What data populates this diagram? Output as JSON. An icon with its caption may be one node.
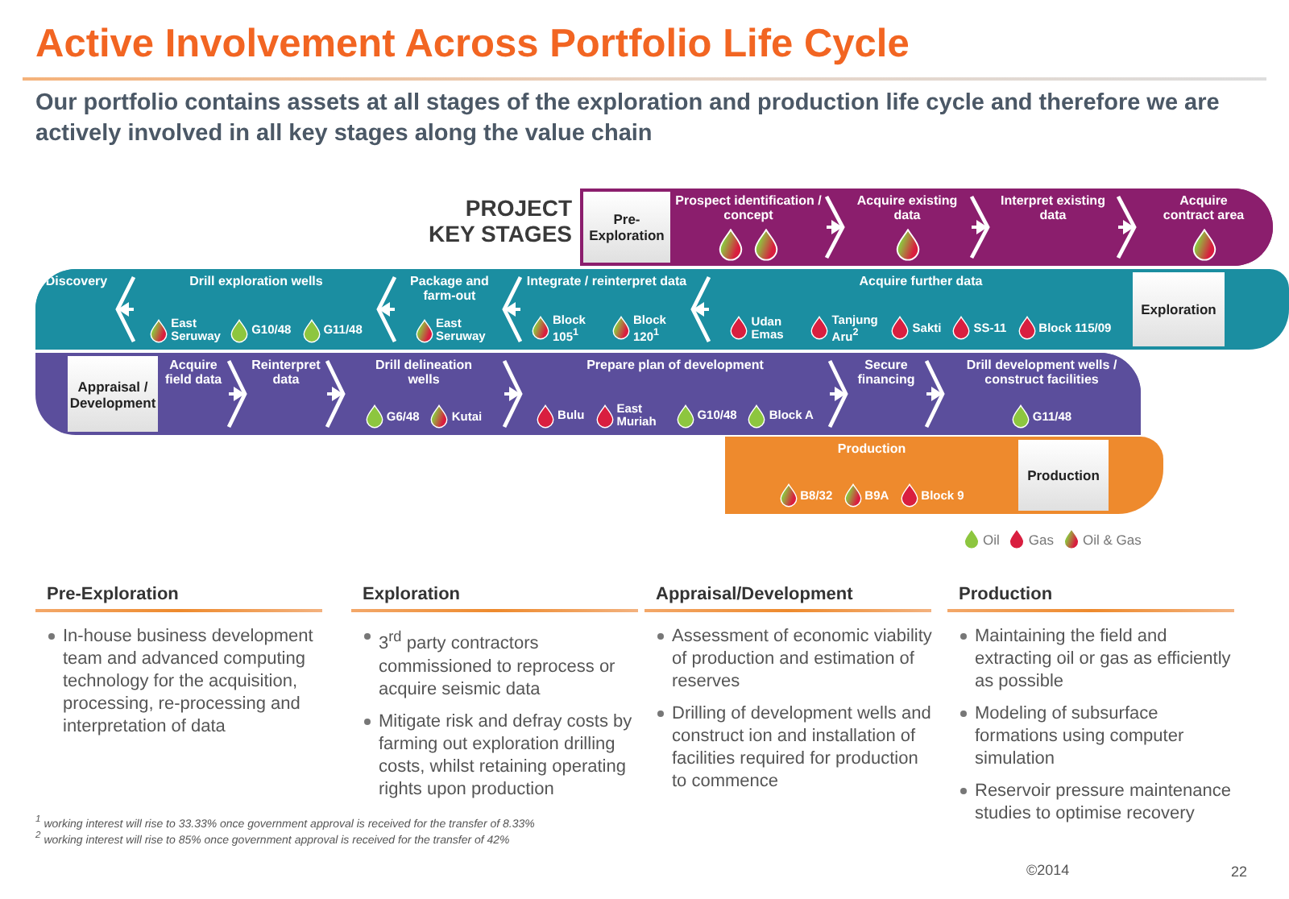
{
  "diagram": {
    "title": "Active Involvement Across Portfolio Life Cycle",
    "nodes": [
      {
        "text": [
          "Pre-Exploration"
        ]
      },
      {
        "text": [
          "Prospect identification / concept"
        ],
        "in": 0
      },
      {
        "text": [
          "Acquire existing data"
        ],
        "in": 0
      },
      {
        "text": [
          "Interpret existing data"
        ],
        "in": 0
      },
      {
        "text": [
          "Acquire contract area"
        ],
        "in": 0
      },
      {
        "text": [
          "Exploration"
        ]
      },
      {
        "text": [
          "Discovery"
        ],
        "in": 5
      },
      {
        "text": [
          "Drill exploration wells",
          "East Seruway",
          "G10/48",
          "G11/48"
        ],
        "in": 5
      },
      {
        "text": [
          "Package and farm-out",
          "East Seruway"
        ],
        "in": 5
      },
      {
        "text": [
          "Integrate / reinterpret data",
          "Block 105$^{1}$",
          "Block 120$^{1}$"
        ],
        "in": 5
      },
      {
        "text": [
          "Acquire further data",
          "Udan Emas",
          "Tanjung Aru$^{2}$",
          "Sakti",
          "SS-11",
          "Block 115/09"
        ],
        "in": 5
      },
      {
        "text": [
          "Appraisal / Development"
        ]
      },
      {
        "text": [
          "Acquire field data"
        ],
        "in": 11
      },
      {
        "text": [
          "Reinterpret data"
        ],
        "in": 11
      },
      {
        "text": [
          "Drill delineation wells",
          "G6/48",
          "Kutai"
        ],
        "in": 11
      },
      {
        "text": [
          "Prepare plan of development",
          "Bulu",
          "East Muriah",
          "G10/48",
          "Block A"
        ],
        "in": 11
      },
      {
        "text": [
          "Secure financing"
        ],
        "in": 11
      },
      {
        "text": [
          "Drill development wells / construct facilities",
          "G11/48"
        ],
        "in": 11
      },
      {
        "text": [
          "Production"
        ]
      },
      {
        "text": [
          "Production",
          "B8/32",
          "B9A",
          "Block 9"
        ],
        "in": 18
      }
    ],
    "edges": [
      {
        "from": 1,
        "to": 2,
        "arrow": "to"
      },
      {
        "from": 2,
        "to": 3,
        "arrow": "to"
      },
      {
        "from": 3,
        "to": 4,
        "arrow": "to"
      },
      {
        "from": 10,
        "to": 9,
        "arrow": "to"
      },
      {
        "from": 9,
        "to": 8,
        "arrow": "to"
      },
      {
        "from": 8,
        "to": 7,
        "arrow": "to"
      },
      {
        "from": 7,
        "to": 6,
        "arrow": "to"
      },
      {
        "from": 12,
        "to": 13,
        "arrow": "to"
      },
      {
        "from": 13,
        "to": 14,
        "arrow": "to"
      },
      {
        "from": 14,
        "to": 15,
        "arrow": "to"
      },
      {
        "from": 15,
        "to": 16,
        "arrow": "to"
      },
      {
        "from": 16,
        "to": 17,
        "arrow": "to"
      }
    ],
    "labels": [
      "Our portfolio contains assets at all stages of the exploration and production life cycle and therefore we are actively involved in all key stages along the value chain",
      "PROJECT KEY STAGES",
      "Pre-Exploration",
      "In-house business development team and advanced computing technology for  the acquisition, processing, re-processing and interpretation of data",
      "Exploration",
      "3$^{rd}$ party contractors commissioned to reprocess or acquire seismic data",
      "Mitigate risk and defray costs by farming out exploration drilling costs, whilst retaining operating rights upon production",
      "Appraisal/Development",
      "Assessment of economic viability of production  and estimation of reserves",
      "Drilling of development wells and construct ion and installation of facilities required for production to commence",
      "Production",
      "Maintaining the field and extracting oil or gas as efficiently as possible",
      "Modeling of subsurface formations using computer simulation",
      "Reservoir pressure maintenance studies to optimise recovery",
      "$^{1}$ working interest will rise to 33.33% once government approval is received for the transfer of 8.33%",
      "$^{2}$ working interest will rise to 85% once government approval is received for the transfer of 42%",
      "©2014",
      "22"
    ],
    "legend": [
      {
        "text": "Oil",
        "color": "#8dc63f"
      },
      {
        "text": "Gas",
        "color": "#d91e3f"
      },
      {
        "text": "Oil & Gas"
      }
    ]
  }
}
